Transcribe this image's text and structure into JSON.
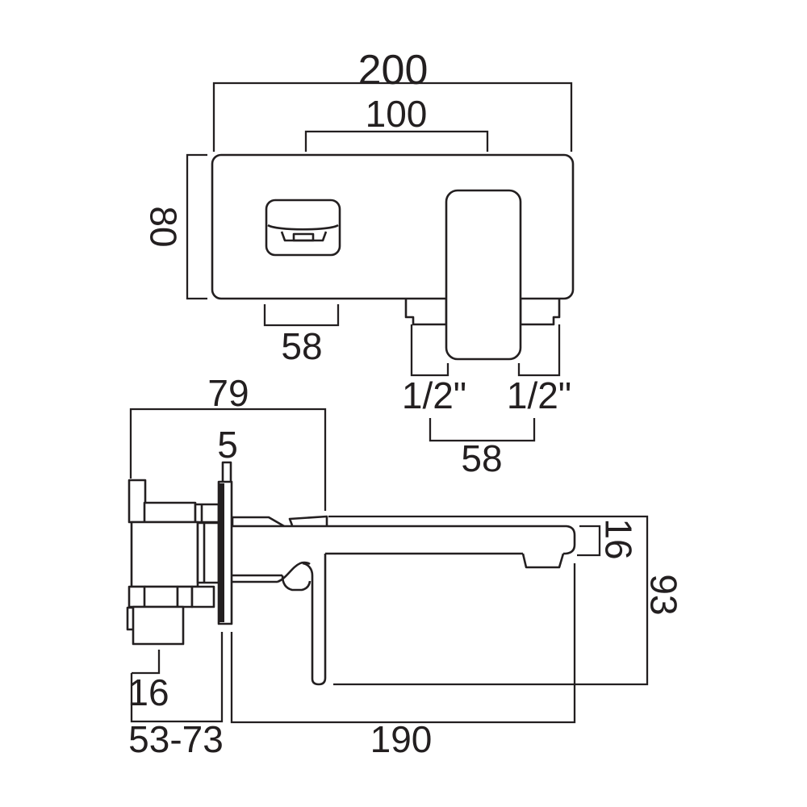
{
  "drawing_title": "wall-mounted-basin-mixer-dimension-drawing",
  "front_view": {
    "overall_width": "200",
    "spout_to_handle_centres": "100",
    "backplate_height": "80",
    "spout_width": "58",
    "inlet_left": "1/2\"",
    "inlet_right": "1/2\"",
    "inlet_centres": "58"
  },
  "side_view": {
    "body_projection": "79",
    "backplate_thickness": "5",
    "outlet_offset": "16",
    "wall_depth_range": "53-73",
    "spout_projection": "190",
    "overall_height": "93",
    "spout_depth": "16"
  },
  "colors": {
    "line": "#231f20",
    "background": "#ffffff"
  }
}
